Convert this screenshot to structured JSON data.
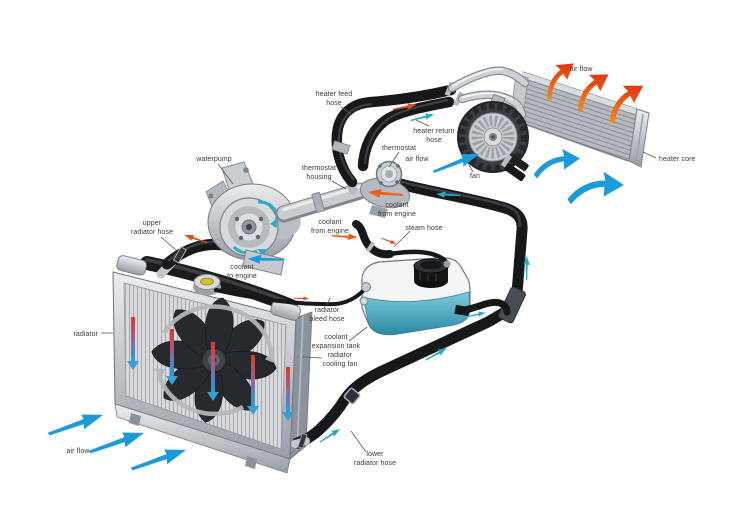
{
  "diagram": {
    "labels": {
      "air_flow": "air flow",
      "heater_feed_hose": [
        "heater feed",
        "hose"
      ],
      "heater_return_hose": [
        "heater return",
        "hose"
      ],
      "thermostat": "thermostat",
      "fan": "fan",
      "heater_core": "heater core",
      "waterpump": "waterpump",
      "thermostat_housing": [
        "thermostat",
        "housing"
      ],
      "coolant_from_engine": [
        "coolant",
        "from engine"
      ],
      "steam_hose": "steam hose",
      "upper_radiator_hose": [
        "upper",
        "radiator hose"
      ],
      "coolant_to_engine": [
        "coolant",
        "to engine"
      ],
      "radiator_bleed_hose": [
        "radiator",
        "bleed hose"
      ],
      "coolant_expansion_tank": [
        "coolant",
        "expansion tank"
      ],
      "radiator_cooling_fan": [
        "radiator",
        "cooling fan"
      ],
      "radiator": "radiator",
      "lower_radiator_hose": [
        "lower",
        "radiator hose"
      ]
    },
    "colors": {
      "cool_air_arrow": "#1b9bd7",
      "hot_air_arrow": "#e8441c",
      "coolant_flow_teal": "#27aebc",
      "hot_hose_arrow": "#dd4f1c",
      "hot_flow_orange": "#ed5f17",
      "coolant_teal": "#4fb3c9",
      "hose_black": "#17181a",
      "metal_silver": "#c6cad0",
      "label_text": "#3a3a3a"
    }
  }
}
